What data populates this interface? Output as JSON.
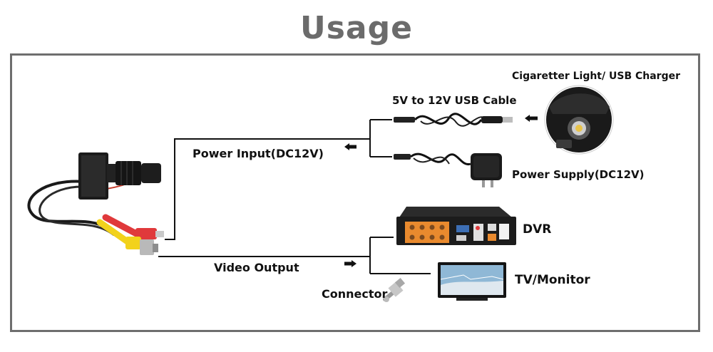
{
  "title": "Usage",
  "labels": {
    "power_input": "Power Input(DC12V)",
    "usb_cable": "5V to 12V USB Cable",
    "cig_charger": "Cigaretter Light/ USB Charger",
    "power_supply": "Power Supply(DC12V)",
    "video_output": "Video Output",
    "dvr": "DVR",
    "tv_monitor": "TV/Monitor",
    "connector": "Connector"
  },
  "colors": {
    "title": "#6b6b6b",
    "frame": "#6e6e6e",
    "lines": "#111111",
    "rca_yellow": "#f2d21b",
    "rca_red": "#e0393b",
    "dvr_port": "#e98a2e"
  }
}
